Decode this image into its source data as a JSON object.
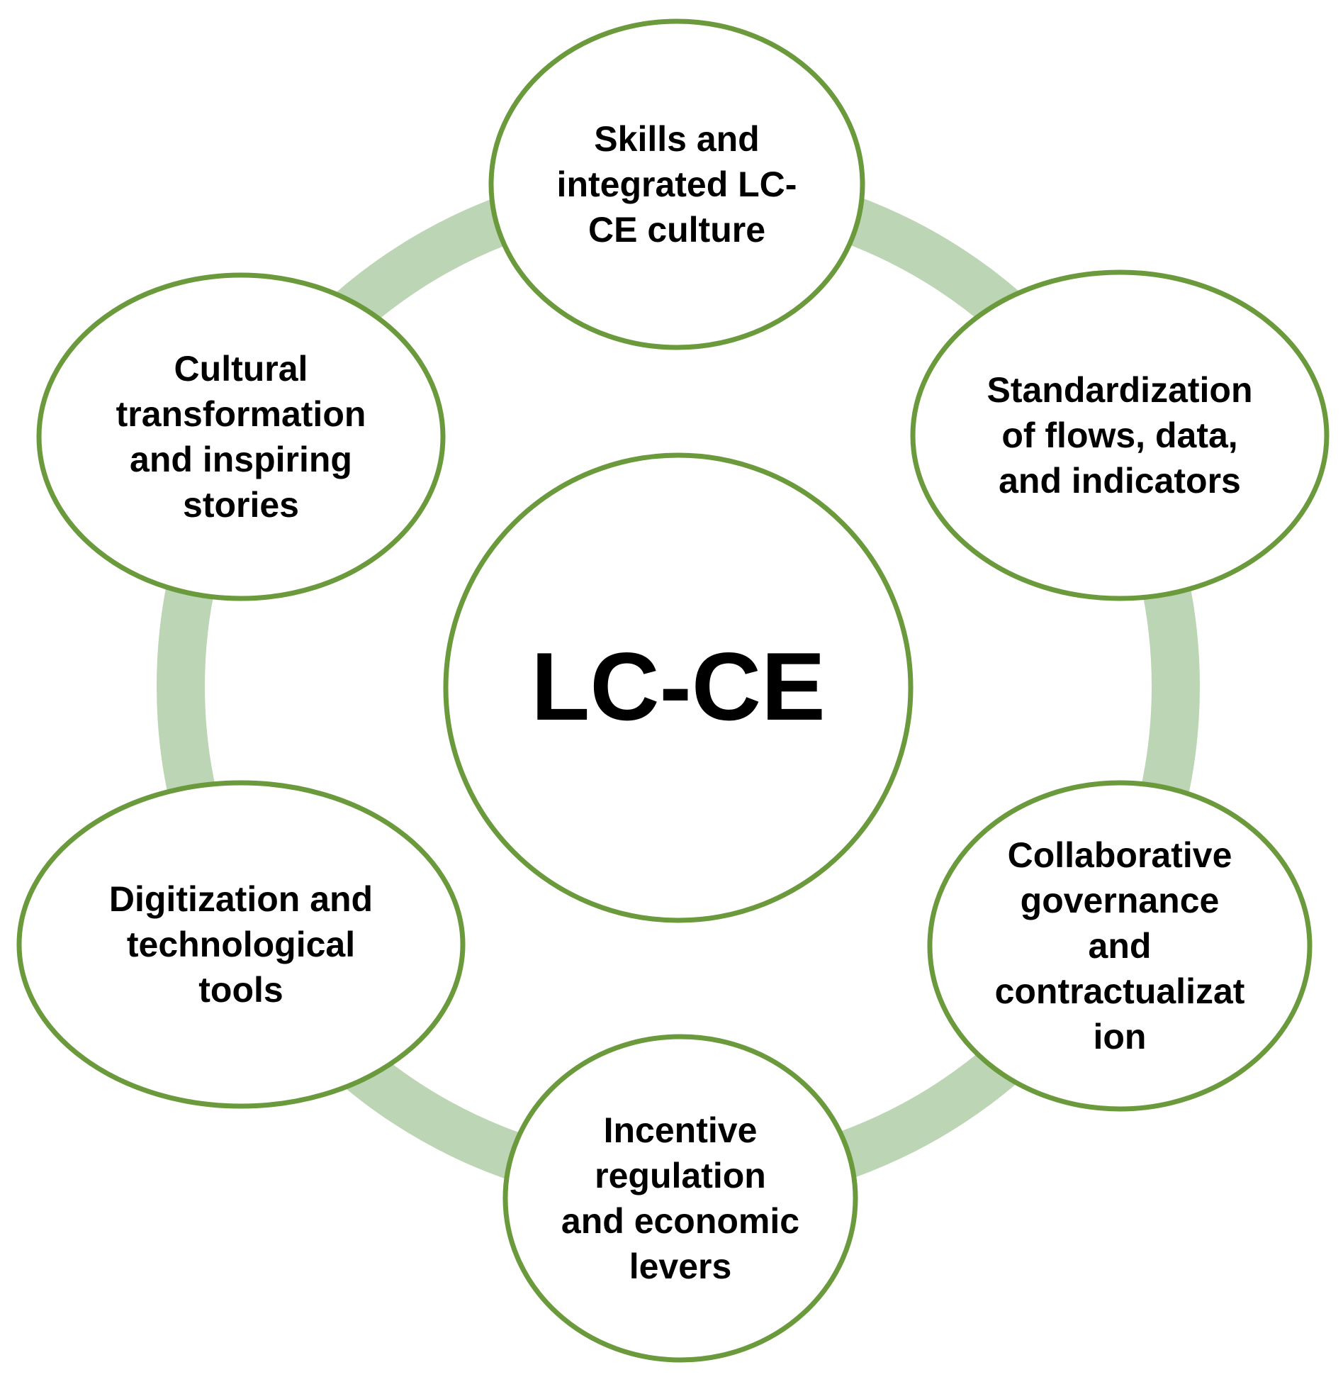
{
  "colors": {
    "ring": "#bcd5b4",
    "node_stroke": "#6a9a3c",
    "node_fill": "#ffffff",
    "text": "#000000"
  },
  "center": {
    "label": "LC-CE"
  },
  "nodes": [
    {
      "id": "skills",
      "lines": [
        "Skills and",
        "integrated LC-",
        "CE culture"
      ]
    },
    {
      "id": "standardization",
      "lines": [
        "Standardization",
        "of flows, data,",
        "and indicators"
      ]
    },
    {
      "id": "governance",
      "lines": [
        "Collaborative",
        "governance",
        "and",
        "contractualizat",
        "ion"
      ]
    },
    {
      "id": "incentive",
      "lines": [
        "Incentive",
        "regulation",
        "and economic",
        "levers"
      ]
    },
    {
      "id": "digitization",
      "lines": [
        "Digitization and",
        "technological",
        "tools"
      ]
    },
    {
      "id": "cultural",
      "lines": [
        "Cultural",
        "transformation",
        "and inspiring",
        "stories"
      ]
    }
  ]
}
